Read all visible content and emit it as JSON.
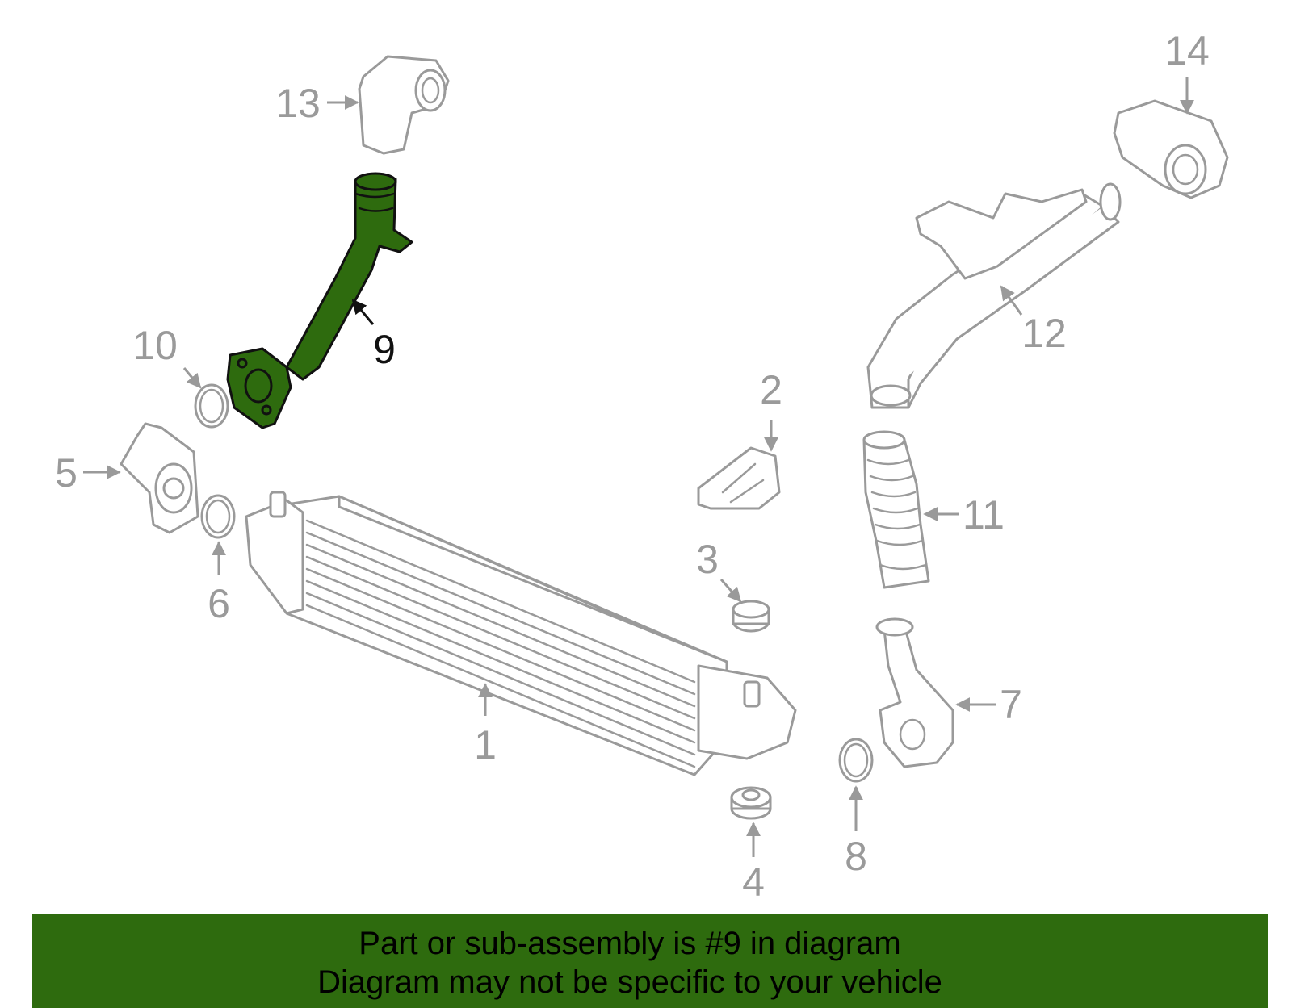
{
  "diagram": {
    "highlighted_part": "9",
    "callouts": [
      "1",
      "2",
      "3",
      "4",
      "5",
      "6",
      "7",
      "8",
      "9",
      "10",
      "11",
      "12",
      "13",
      "14"
    ],
    "colors": {
      "highlight_fill": "#2e6b0e",
      "part_stroke": "#9a9a9a",
      "banner": "#2e6b0e"
    }
  },
  "banner": {
    "line1": "Part or sub-assembly is #9 in diagram",
    "line2": "Diagram may not be specific to your vehicle"
  }
}
